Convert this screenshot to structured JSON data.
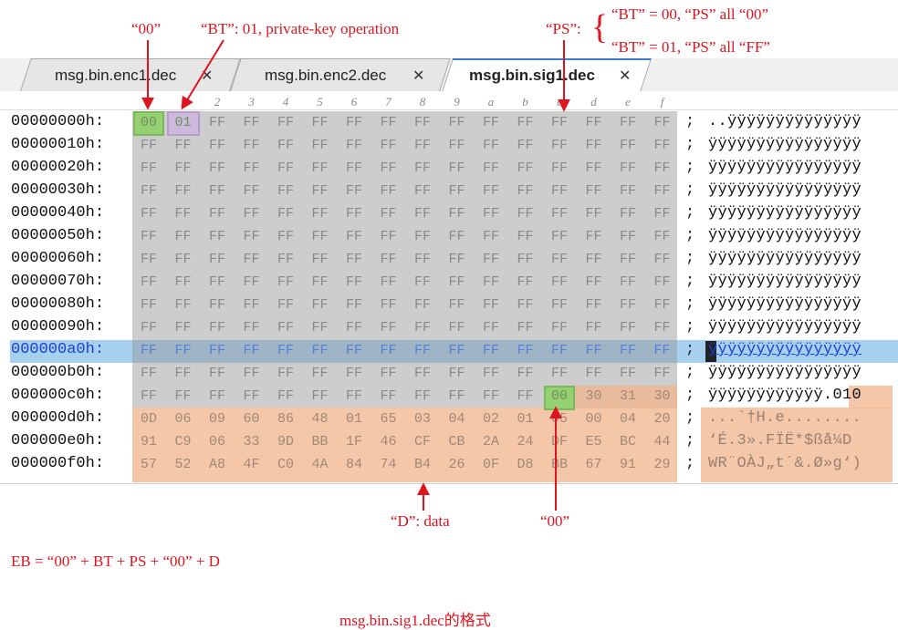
{
  "tabs": [
    {
      "label": "msg.bin.enc1.dec",
      "close": "✕",
      "active": false
    },
    {
      "label": "msg.bin.enc2.dec",
      "close": "✕",
      "active": false
    },
    {
      "label": "msg.bin.sig1.dec",
      "close": "✕",
      "active": true
    }
  ],
  "ruler": [
    "0",
    "1",
    "2",
    "3",
    "4",
    "5",
    "6",
    "7",
    "8",
    "9",
    "a",
    "b",
    "c",
    "d",
    "e",
    "f"
  ],
  "rows": [
    {
      "addr": "00000000h:",
      "bytes": [
        "00",
        "01",
        "FF",
        "FF",
        "FF",
        "FF",
        "FF",
        "FF",
        "FF",
        "FF",
        "FF",
        "FF",
        "FF",
        "FF",
        "FF",
        "FF"
      ],
      "sep": ";",
      "ascii": "..ÿÿÿÿÿÿÿÿÿÿÿÿÿÿ"
    },
    {
      "addr": "00000010h:",
      "bytes": [
        "FF",
        "FF",
        "FF",
        "FF",
        "FF",
        "FF",
        "FF",
        "FF",
        "FF",
        "FF",
        "FF",
        "FF",
        "FF",
        "FF",
        "FF",
        "FF"
      ],
      "sep": ";",
      "ascii": "ÿÿÿÿÿÿÿÿÿÿÿÿÿÿÿÿ"
    },
    {
      "addr": "00000020h:",
      "bytes": [
        "FF",
        "FF",
        "FF",
        "FF",
        "FF",
        "FF",
        "FF",
        "FF",
        "FF",
        "FF",
        "FF",
        "FF",
        "FF",
        "FF",
        "FF",
        "FF"
      ],
      "sep": ";",
      "ascii": "ÿÿÿÿÿÿÿÿÿÿÿÿÿÿÿÿ"
    },
    {
      "addr": "00000030h:",
      "bytes": [
        "FF",
        "FF",
        "FF",
        "FF",
        "FF",
        "FF",
        "FF",
        "FF",
        "FF",
        "FF",
        "FF",
        "FF",
        "FF",
        "FF",
        "FF",
        "FF"
      ],
      "sep": ";",
      "ascii": "ÿÿÿÿÿÿÿÿÿÿÿÿÿÿÿÿ"
    },
    {
      "addr": "00000040h:",
      "bytes": [
        "FF",
        "FF",
        "FF",
        "FF",
        "FF",
        "FF",
        "FF",
        "FF",
        "FF",
        "FF",
        "FF",
        "FF",
        "FF",
        "FF",
        "FF",
        "FF"
      ],
      "sep": ";",
      "ascii": "ÿÿÿÿÿÿÿÿÿÿÿÿÿÿÿÿ"
    },
    {
      "addr": "00000050h:",
      "bytes": [
        "FF",
        "FF",
        "FF",
        "FF",
        "FF",
        "FF",
        "FF",
        "FF",
        "FF",
        "FF",
        "FF",
        "FF",
        "FF",
        "FF",
        "FF",
        "FF"
      ],
      "sep": ";",
      "ascii": "ÿÿÿÿÿÿÿÿÿÿÿÿÿÿÿÿ"
    },
    {
      "addr": "00000060h:",
      "bytes": [
        "FF",
        "FF",
        "FF",
        "FF",
        "FF",
        "FF",
        "FF",
        "FF",
        "FF",
        "FF",
        "FF",
        "FF",
        "FF",
        "FF",
        "FF",
        "FF"
      ],
      "sep": ";",
      "ascii": "ÿÿÿÿÿÿÿÿÿÿÿÿÿÿÿÿ"
    },
    {
      "addr": "00000070h:",
      "bytes": [
        "FF",
        "FF",
        "FF",
        "FF",
        "FF",
        "FF",
        "FF",
        "FF",
        "FF",
        "FF",
        "FF",
        "FF",
        "FF",
        "FF",
        "FF",
        "FF"
      ],
      "sep": ";",
      "ascii": "ÿÿÿÿÿÿÿÿÿÿÿÿÿÿÿÿ"
    },
    {
      "addr": "00000080h:",
      "bytes": [
        "FF",
        "FF",
        "FF",
        "FF",
        "FF",
        "FF",
        "FF",
        "FF",
        "FF",
        "FF",
        "FF",
        "FF",
        "FF",
        "FF",
        "FF",
        "FF"
      ],
      "sep": ";",
      "ascii": "ÿÿÿÿÿÿÿÿÿÿÿÿÿÿÿÿ"
    },
    {
      "addr": "00000090h:",
      "bytes": [
        "FF",
        "FF",
        "FF",
        "FF",
        "FF",
        "FF",
        "FF",
        "FF",
        "FF",
        "FF",
        "FF",
        "FF",
        "FF",
        "FF",
        "FF",
        "FF"
      ],
      "sep": ";",
      "ascii": "ÿÿÿÿÿÿÿÿÿÿÿÿÿÿÿÿ"
    },
    {
      "addr": "000000a0h:",
      "bytes": [
        "FF",
        "FF",
        "FF",
        "FF",
        "FF",
        "FF",
        "FF",
        "FF",
        "FF",
        "FF",
        "FF",
        "FF",
        "FF",
        "FF",
        "FF",
        "FF"
      ],
      "sep": ";",
      "ascii": "ÿÿÿÿÿÿÿÿÿÿÿÿÿÿÿÿ"
    },
    {
      "addr": "000000b0h:",
      "bytes": [
        "FF",
        "FF",
        "FF",
        "FF",
        "FF",
        "FF",
        "FF",
        "FF",
        "FF",
        "FF",
        "FF",
        "FF",
        "FF",
        "FF",
        "FF",
        "FF"
      ],
      "sep": ";",
      "ascii": "ÿÿÿÿÿÿÿÿÿÿÿÿÿÿÿÿ"
    },
    {
      "addr": "000000c0h:",
      "bytes": [
        "FF",
        "FF",
        "FF",
        "FF",
        "FF",
        "FF",
        "FF",
        "FF",
        "FF",
        "FF",
        "FF",
        "FF",
        "00",
        "30",
        "31",
        "30"
      ],
      "sep": ";",
      "ascii": "ÿÿÿÿÿÿÿÿÿÿÿÿ.010"
    },
    {
      "addr": "000000d0h:",
      "bytes": [
        "0D",
        "06",
        "09",
        "60",
        "86",
        "48",
        "01",
        "65",
        "03",
        "04",
        "02",
        "01",
        "05",
        "00",
        "04",
        "20"
      ],
      "sep": ";",
      "ascii": "...`†H.e........"
    },
    {
      "addr": "000000e0h:",
      "bytes": [
        "91",
        "C9",
        "06",
        "33",
        "9D",
        "BB",
        "1F",
        "46",
        "CF",
        "CB",
        "2A",
        "24",
        "DF",
        "E5",
        "BC",
        "44"
      ],
      "sep": ";",
      "ascii": "‘É.3».FÏË*$ßå¼D"
    },
    {
      "addr": "000000f0h:",
      "bytes": [
        "57",
        "52",
        "A8",
        "4F",
        "C0",
        "4A",
        "84",
        "74",
        "B4",
        "26",
        "0F",
        "D8",
        "BB",
        "67",
        "91",
        "29"
      ],
      "sep": ";",
      "ascii": "WR¨OÀJ„t´&.Ø»g‘)"
    }
  ],
  "annotations": {
    "zero1": "“00”",
    "bt": "“BT”: 01, private-key operation",
    "ps": "“PS”:",
    "brace": "{",
    "ps_rule1": "“BT” = 00, “PS” all “00”",
    "ps_rule2": "“BT” = 01, “PS” all “FF”",
    "data": "“D”: data",
    "zero2": "“00”",
    "formula": "EB = “00” + BT + PS + “00” + D",
    "caption": "msg.bin.sig1.dec的格式"
  },
  "colors": {
    "annotation": "#e0141e",
    "selected_row": "#a7d0ef",
    "ps_overlay": "#a0a0a0",
    "data_overlay": "#f2b48c",
    "zero_highlight": "#95d172",
    "bt_highlight": "#cdb9dc"
  }
}
